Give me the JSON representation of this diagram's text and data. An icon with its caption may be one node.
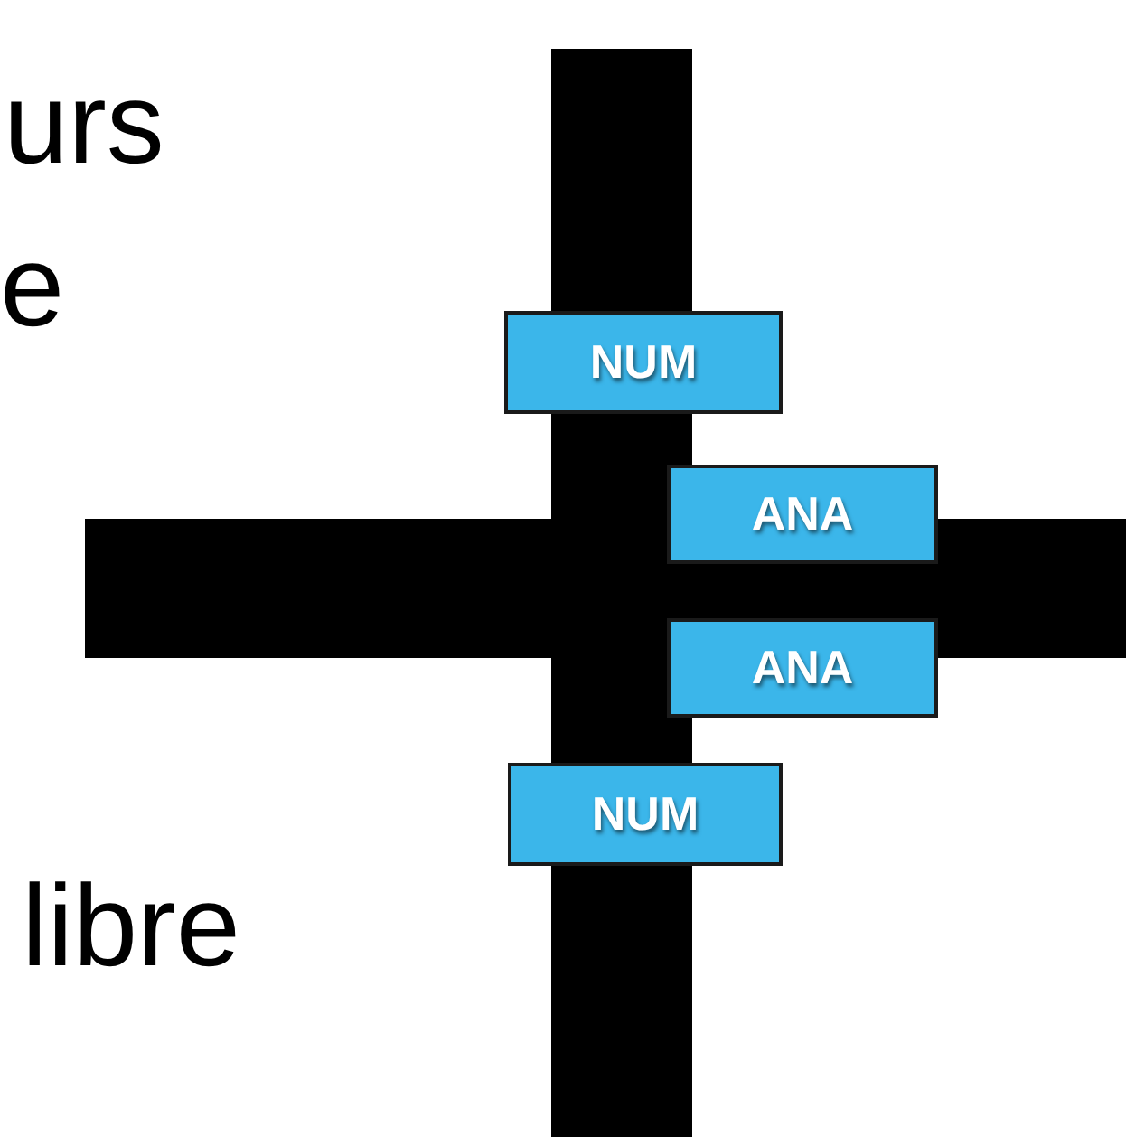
{
  "diagram": {
    "nodes": [
      {
        "text": [
          "NUM"
        ]
      },
      {
        "text": [
          "ANA"
        ]
      },
      {
        "text": [
          "ANA"
        ]
      },
      {
        "text": [
          "NUM"
        ]
      }
    ],
    "labels": [
      "urs",
      "e",
      "libre"
    ]
  }
}
